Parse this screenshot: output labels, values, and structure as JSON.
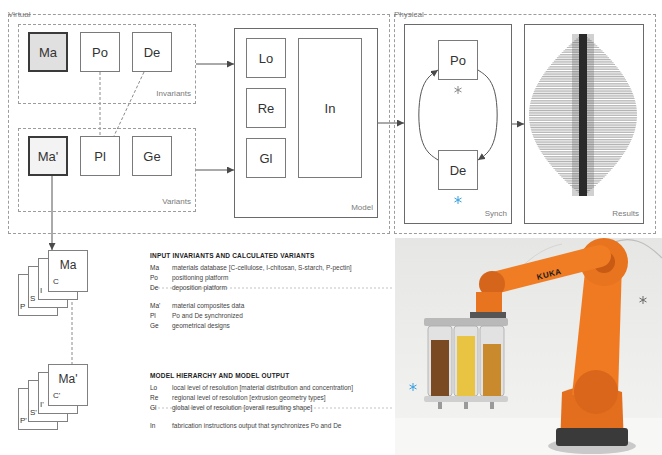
{
  "diagram": {
    "nodes": [
      {
        "text": [
          "Virtual"
        ]
      },
      {
        "text": [
          "Invariants"
        ],
        "in": 0
      },
      {
        "text": [
          "Ma"
        ],
        "in": 1
      },
      {
        "text": [
          "Po"
        ],
        "in": 1
      },
      {
        "text": [
          "De"
        ],
        "in": 1
      },
      {
        "text": [
          "Variants"
        ],
        "in": 0
      },
      {
        "text": [
          "Ma'"
        ],
        "in": 5
      },
      {
        "text": [
          "Pl"
        ],
        "in": 5
      },
      {
        "text": [
          "Ge"
        ],
        "in": 5
      },
      {
        "text": [
          "Model"
        ],
        "in": 0
      },
      {
        "text": [
          "Lo"
        ],
        "in": 9
      },
      {
        "text": [
          "Re"
        ],
        "in": 9
      },
      {
        "text": [
          "Gl"
        ],
        "in": 9
      },
      {
        "text": [
          "In"
        ],
        "in": 9
      },
      {
        "text": [
          "Physical"
        ]
      },
      {
        "text": [
          "Synch"
        ],
        "in": 14
      },
      {
        "text": [
          "Po"
        ],
        "in": 15
      },
      {
        "text": [
          "De"
        ],
        "in": 15
      },
      {
        "text": [
          "Results"
        ],
        "in": 14
      },
      {
        "text": [
          "Ma",
          "C"
        ]
      },
      {
        "text": [
          "I"
        ]
      },
      {
        "text": [
          "S"
        ]
      },
      {
        "text": [
          "P"
        ]
      },
      {
        "text": [
          "Ma'",
          "C'"
        ]
      },
      {
        "text": [
          "I'"
        ]
      },
      {
        "text": [
          "S'"
        ]
      },
      {
        "text": [
          "P'"
        ]
      }
    ],
    "edges": [
      {
        "from": 3,
        "to": 7,
        "arrow": "none"
      },
      {
        "from": 4,
        "to": 7,
        "arrow": "none"
      },
      {
        "from": 6,
        "to": 19,
        "arrow": "to"
      },
      {
        "from": 1,
        "to": 9,
        "arrow": "to"
      },
      {
        "from": 5,
        "to": 9,
        "arrow": "to"
      },
      {
        "from": 9,
        "to": 15,
        "arrow": "to"
      },
      {
        "from": 16,
        "to": 17,
        "arrow": "to"
      },
      {
        "from": 17,
        "to": 16,
        "arrow": "to"
      },
      {
        "from": 15,
        "to": 18,
        "arrow": "to"
      },
      {
        "from": 19,
        "to": 23,
        "arrow": "none"
      }
    ],
    "labels": [
      "INPUT INVARIANTS AND CALCULATED VARIANTS",
      "Ma",
      "materials database [C-cellulose, I-chitosan, S-starch, P-pectin]",
      "Po",
      "positioning platform",
      "De",
      "deposition platform",
      "Ma'",
      "material composites data",
      "Pl",
      "Po and De synchronized",
      "Ge",
      "geometrical designs",
      "MODEL HIERARCHY AND MODEL OUTPUT",
      "Lo",
      "local level of resolution [material distribution and concentration]",
      "Re",
      "regional level of resolution [extrusion geometry types]",
      "Gl",
      "global level of resolution [overall resulting shape]",
      "In",
      "fabrication instructions output that synchronizes Po and De",
      "KUKA"
    ]
  }
}
